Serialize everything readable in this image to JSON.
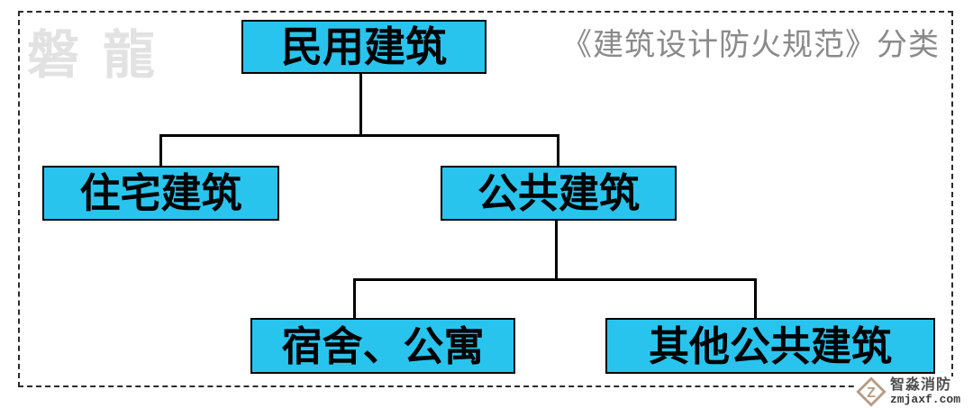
{
  "header": {
    "title": "《建筑设计防火规范》分类"
  },
  "watermark": {
    "text": "磐龍"
  },
  "tree": {
    "type": "classification-tree",
    "root": {
      "label": "民用建筑",
      "children": [
        {
          "label": "住宅建筑",
          "children": []
        },
        {
          "label": "公共建筑",
          "children": [
            {
              "label": "宿舍、公寓"
            },
            {
              "label": "其他公共建筑"
            }
          ]
        }
      ]
    }
  },
  "logo": {
    "icon": "diamond-z-logo-icon",
    "name": "智淼消防",
    "domain": "zmjaxf.com"
  },
  "colors": {
    "node_fill": "#29c4ee",
    "node_border": "#000000",
    "connector": "#000000",
    "frame_border": "#2b2b2b",
    "title_text": "#8a8a8a",
    "watermark": "#e2e2e2",
    "logo_accent": "#b79b82",
    "logo_text": "#4d4d4d"
  }
}
